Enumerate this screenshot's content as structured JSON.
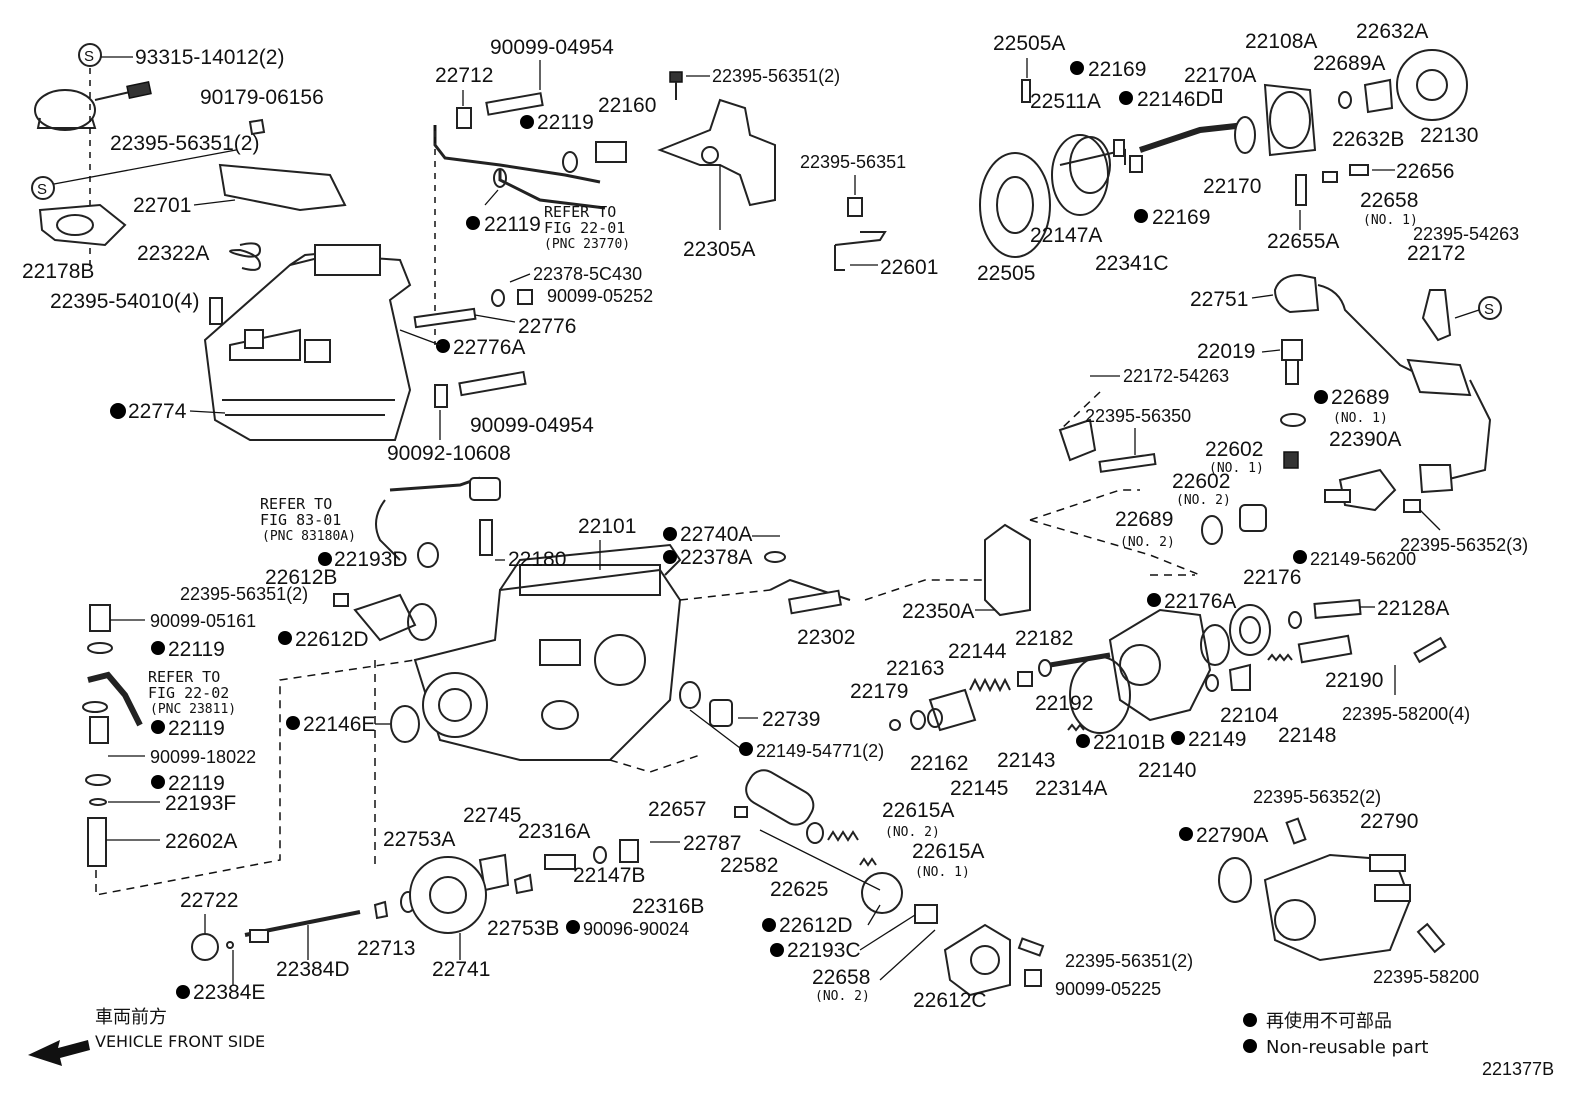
{
  "diagram_code": "221377B",
  "direction": {
    "label_jp": "車両前方",
    "label_en": "VEHICLE FRONT SIDE"
  },
  "legend": {
    "label_jp": "再使用不可部品",
    "label_en": "Non-reusable part"
  },
  "refer": {
    "top": {
      "line1": "REFER TO",
      "line2": "FIG 22-01",
      "line3": "(PNC 23770)"
    },
    "left_connector": {
      "line1": "REFER TO",
      "line2": "FIG 83-01",
      "line3": "(PNC 83180A)"
    },
    "left_pipe": {
      "line1": "REFER TO",
      "line2": "FIG 22-02",
      "line3": "(PNC 23811)"
    }
  },
  "sub_labels": {
    "no1": "(NO. 1)",
    "no2": "(NO. 2)"
  },
  "labels": {
    "p93315_14012": "93315-14012(2)",
    "p90179_06156": "90179-06156",
    "p22395_56351_2a": "22395-56351(2)",
    "p22701": "22701",
    "p22322A": "22322A",
    "p22178B": "22178B",
    "p22395_54010_4": "22395-54010(4)",
    "p22774": "22774",
    "p22712": "22712",
    "p90099_04954a": "90099-04954",
    "p22119_top1": "22119",
    "p22160": "22160",
    "p22119_top2": "22119",
    "p22378_5C430": "22378-5C430",
    "p90099_05252": "90099-05252",
    "p22776": "22776",
    "p22776A": "22776A",
    "p90099_04954b": "90099-04954",
    "p90092_10608": "90092-10608",
    "p22395_56351_2b": "22395-56351(2)",
    "p22305A": "22305A",
    "p22395_56351": "22395-56351",
    "p22601": "22601",
    "p22505A": "22505A",
    "p22169a": "22169",
    "p22511A": "22511A",
    "p22146D": "22146D",
    "p22170A": "22170A",
    "p22108A": "22108A",
    "p22689A": "22689A",
    "p22632A": "22632A",
    "p22632B": "22632B",
    "p22130": "22130",
    "p22170": "22170",
    "p22656": "22656",
    "p22658": "22658",
    "p22169b": "22169",
    "p22505": "22505",
    "p22147A": "22147A",
    "p22341C": "22341C",
    "p22655A": "22655A",
    "p22395_54263": "22395-54263",
    "p22172": "22172",
    "p22751": "22751",
    "p22019": "22019",
    "p22172_54263": "22172-54263",
    "p22689": "22689",
    "p22395_56350": "22395-56350",
    "p22602": "22602",
    "p22390A": "22390A",
    "p22602b": "22602",
    "p22689b": "22689",
    "p22395_56352_3": "22395-56352(3)",
    "p22149_56200": "22149-56200",
    "p22176": "22176",
    "p22176A": "22176A",
    "p22128A": "22128A",
    "p22350A": "22350A",
    "p22190": "22190",
    "p22395_58200_4": "22395-58200(4)",
    "p22182": "22182",
    "p22144": "22144",
    "p22163": "22163",
    "p22179": "22179",
    "p22192": "22192",
    "p22101B": "22101B",
    "p22149": "22149",
    "p22104": "22104",
    "p22148": "22148",
    "p22162": "22162",
    "p22145": "22145",
    "p22143": "22143",
    "p22314A": "22314A",
    "p22140": "22140",
    "p22101": "22101",
    "p22180": "22180",
    "p22193D": "22193D",
    "p22740A": "22740A",
    "p22378A": "22378A",
    "p22302": "22302",
    "p22612B": "22612B",
    "p22395_56351_2c": "22395-56351(2)",
    "p22612D": "22612D",
    "p90099_05161": "90099-05161",
    "p22119_l1": "22119",
    "p22119_l2": "22119",
    "p90099_18022": "90099-18022",
    "p22119_l3": "22119",
    "p22193F": "22193F",
    "p22602A": "22602A",
    "p22146E": "22146E",
    "p22739": "22739",
    "p22149_54771_2": "22149-54771(2)",
    "p22745": "22745",
    "p22753A": "22753A",
    "p22316A": "22316A",
    "p22657": "22657",
    "p22615A_a": "22615A",
    "p22787": "22787",
    "p22615A_b": "22615A",
    "p22582": "22582",
    "p22147B": "22147B",
    "p22316B": "22316B",
    "p22753B": "22753B",
    "p90096_90024": "90096-90024",
    "p22625": "22625",
    "p22612D_b": "22612D",
    "p22193C": "22193C",
    "p22658b": "22658",
    "p22612C": "22612C",
    "p22395_56351_2d": "22395-56351(2)",
    "p90099_05225": "90099-05225",
    "p22722": "22722",
    "p22384D": "22384D",
    "p22384E": "22384E",
    "p22713": "22713",
    "p22741": "22741",
    "p22395_56352_2": "22395-56352(2)",
    "p22790": "22790",
    "p22790A": "22790A",
    "p22395_58200": "22395-58200"
  },
  "symbols": {
    "s_mark": "S"
  }
}
